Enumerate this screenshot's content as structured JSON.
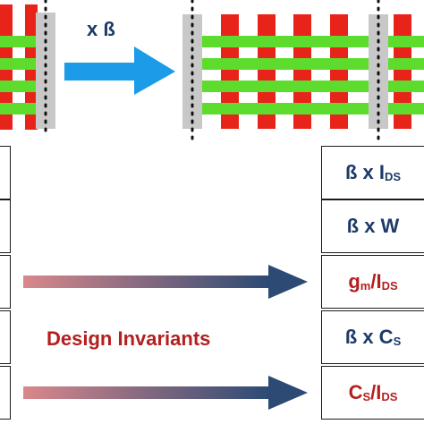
{
  "top": {
    "multiplier_label": "x ß"
  },
  "invariants_label": "Design Invariants",
  "table": {
    "rows": [
      {
        "main": "ß x I",
        "sub": "DS",
        "tail": "",
        "tailsub": "",
        "color": "navy"
      },
      {
        "main": "ß x W",
        "sub": "",
        "tail": "",
        "tailsub": "",
        "color": "navy"
      },
      {
        "main": "g",
        "sub": "m",
        "tail": "/I",
        "tailsub": "DS",
        "color": "red"
      },
      {
        "main": "ß x C",
        "sub": "S",
        "tail": "",
        "tailsub": "",
        "color": "navy"
      },
      {
        "main": "C",
        "sub": "S",
        "tail": "/I",
        "tailsub": "DS",
        "color": "red"
      }
    ]
  },
  "colors": {
    "finger_red": "#e8241a",
    "strip_green": "#5ddc2e",
    "bar_gray": "#c8c8c8",
    "arrow_blue": "#1b9be8",
    "navy": "#1d3a68",
    "dark_red": "#b41f1f",
    "arrow_gradient_start": "#d9888c",
    "arrow_gradient_end": "#2c4a74"
  }
}
